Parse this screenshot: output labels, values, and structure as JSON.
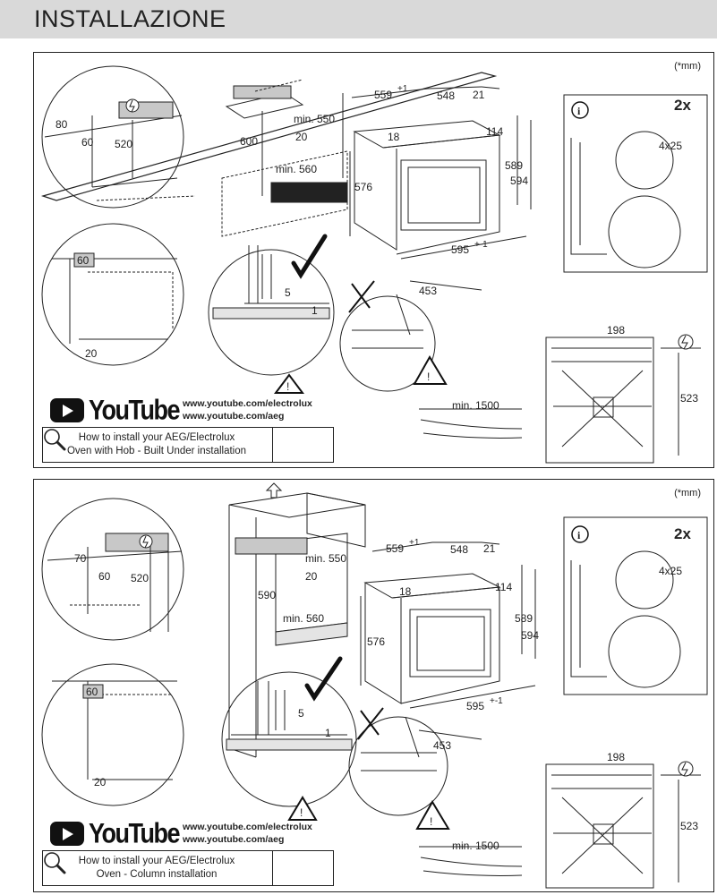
{
  "header": {
    "title": "INSTALLAZIONE"
  },
  "panels": [
    {
      "unit_note": "(*mm)",
      "dims": {
        "d80": "80",
        "d60": "60",
        "d520": "520",
        "d600": "600",
        "min550": "min. 550",
        "d20": "20",
        "min560": "min. 560",
        "w559": "559",
        "w559sup": "+1",
        "w548": "548",
        "w21": "21",
        "h18": "18",
        "h114": "114",
        "h576": "576",
        "h589": "589",
        "h594": "594",
        "w595": "595",
        "w595sup": "+-1",
        "d453": "453",
        "g5": "5",
        "g1": "1",
        "detail60": "60",
        "detail20": "20",
        "screws_count": "2x",
        "screws_spec": "4x25",
        "w198": "198",
        "h523": "523",
        "cable_min": "min. 1500"
      },
      "youtube": {
        "logo_text": "YouTube",
        "url1": "www.youtube.com/electrolux",
        "url2": "www.youtube.com/aeg",
        "howto_line1": "How to install your AEG/Electrolux",
        "howto_line2": "Oven with Hob - Built Under installation"
      }
    },
    {
      "unit_note": "(*mm)",
      "dims": {
        "d70": "70",
        "d60": "60",
        "d520": "520",
        "d590": "590",
        "min550": "min. 550",
        "d20": "20",
        "min560": "min. 560",
        "w559": "559",
        "w559sup": "+1",
        "w548": "548",
        "w21": "21",
        "h18": "18",
        "h114": "114",
        "h576": "576",
        "h589": "589",
        "h594": "594",
        "w595": "595",
        "w595sup": "+-1",
        "d453": "453",
        "g5": "5",
        "g1": "1",
        "detail60": "60",
        "detail20": "20",
        "screws_count": "2x",
        "screws_spec": "4x25",
        "w198": "198",
        "h523": "523",
        "cable_min": "min. 1500"
      },
      "youtube": {
        "logo_text": "YouTube",
        "url1": "www.youtube.com/electrolux",
        "url2": "www.youtube.com/aeg",
        "howto_line1": "How to install your AEG/Electrolux",
        "howto_line2": "Oven - Column installation"
      }
    }
  ],
  "icons": [
    "info-icon",
    "warning-icon",
    "electric-symbol-icon",
    "checkmark-icon",
    "cross-icon",
    "search-icon",
    "up-arrow-icon",
    "youtube-play-icon"
  ]
}
